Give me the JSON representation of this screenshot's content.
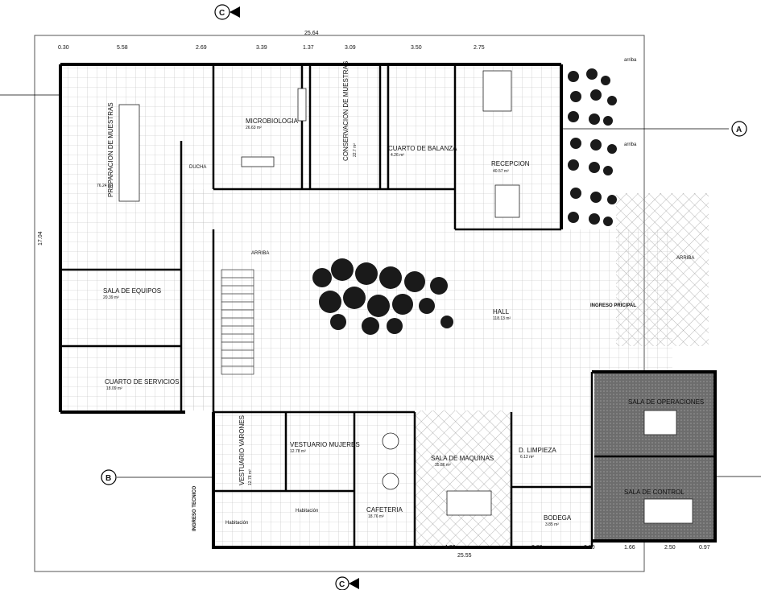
{
  "rooms": {
    "preparacion": {
      "name": "PREPARACION DE MUESTRAS",
      "area": "76.24 m²"
    },
    "microbiologia": {
      "name": "MICROBIOLOGIA",
      "area": "26.63 m²"
    },
    "conservacion": {
      "name": "CONSERVACION DE MUESTRAS",
      "area": "22.7 m²"
    },
    "balanza": {
      "name": "CUARTO DE BALANZA",
      "area": "4.26 m²"
    },
    "recepcion": {
      "name": "RECEPCION",
      "area": "40.57 m²"
    },
    "sala_equipos": {
      "name": "SALA DE EQUIPOS",
      "area": "20.39 m²"
    },
    "servicios": {
      "name": "CUARTO DE SERVICIOS",
      "area": "18.09 m²"
    },
    "hall": {
      "name": "HALL",
      "area": "118.13 m²"
    },
    "vestuario_varones": {
      "name": "VESTUARIO VARONES",
      "area": "12.78 m²"
    },
    "vestuario_mujeres": {
      "name": "VESTUARIO MUJERES",
      "area": "12.78 m²"
    },
    "maquinas": {
      "name": "SALA DE MAQUINAS",
      "area": "35.86 m²"
    },
    "cafeteria": {
      "name": "CAFETERIA",
      "area": "18.76 m²"
    },
    "limpieza": {
      "name": "D. LIMPIEZA",
      "area": "6.12 m²"
    },
    "bodega": {
      "name": "BODEGA",
      "area": "3.85 m²"
    },
    "operaciones": {
      "name": "SALA DE OPERACIONES"
    },
    "control": {
      "name": "SALA DE CONTROL"
    },
    "habitacion_1": {
      "name": "Habitación"
    },
    "habitacion_2": {
      "name": "Habitación"
    }
  },
  "labels": {
    "ducha": "DUCHA",
    "ingreso_tecnico": "INGRESO TECNICO",
    "ingreso_principal": "INGRESO PRICIPAL",
    "arriba": "ARRIBA",
    "arriba_lower": "arriba"
  },
  "dimensions": {
    "overall_top": "25.64",
    "top": [
      "0.30",
      "5.58",
      "2.69",
      "3.39",
      "1.37",
      "3.09",
      "3.50",
      "2.75"
    ],
    "overall_left": "17.04",
    "overall_bottom": "25.55",
    "bottom": [
      "4.83",
      "2.89",
      "2.50",
      "1.66",
      "2.50",
      "0.97"
    ]
  },
  "markers": {
    "a": "A",
    "b": "B",
    "c": "C"
  }
}
